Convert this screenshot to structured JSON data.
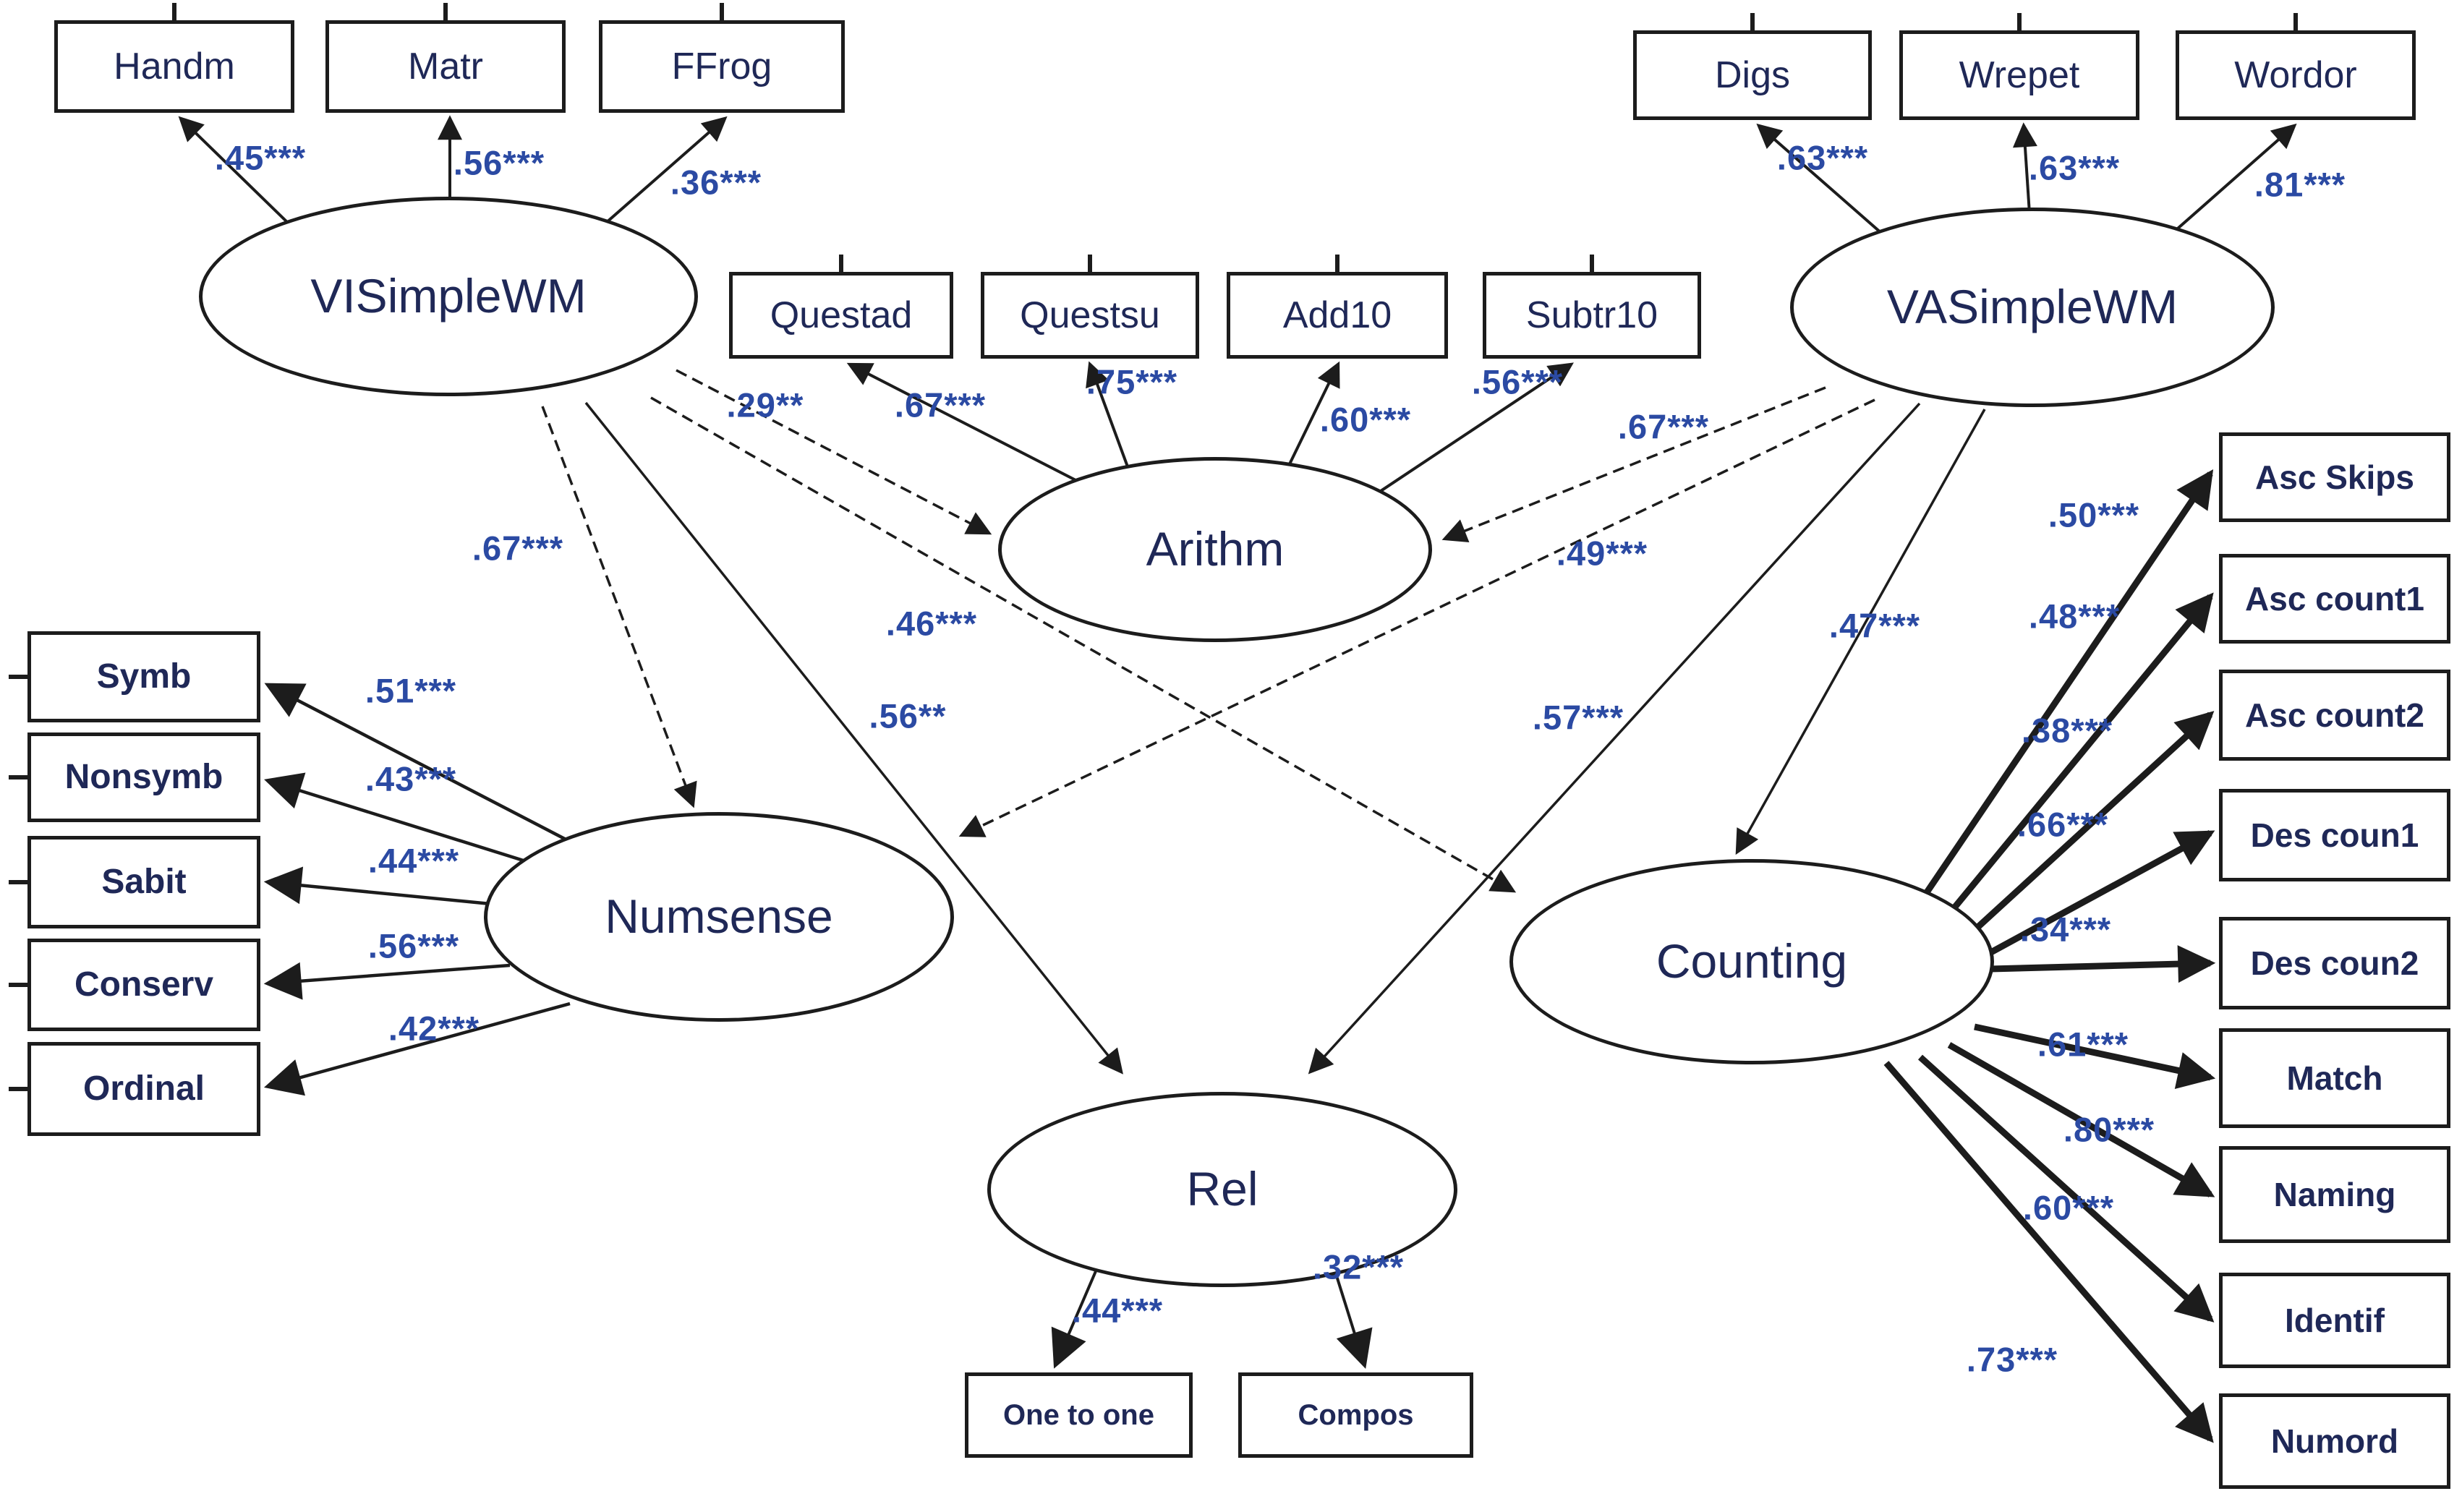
{
  "latents": {
    "visimplewm": "VISimpleWM",
    "vasimplewm": "VASimpleWM",
    "arithm": "Arithm",
    "numsense": "Numsense",
    "counting": "Counting",
    "rel": "Rel"
  },
  "observed": {
    "handm": "Handm",
    "matr": "Matr",
    "ffrog": "FFrog",
    "digs": "Digs",
    "wrepet": "Wrepet",
    "wordor": "Wordor",
    "questad": "Questad",
    "questsu": "Questsu",
    "add10": "Add10",
    "subtr10": "Subtr10",
    "symb": "Symb",
    "nonsymb": "Nonsymb",
    "sabit": "Sabit",
    "conserv": "Conserv",
    "ordinal": "Ordinal",
    "asc_skips": "Asc Skips",
    "asc_count1": "Asc count1",
    "asc_count2": "Asc count2",
    "des_coun1": "Des coun1",
    "des_coun2": "Des coun2",
    "match": "Match",
    "naming": "Naming",
    "identif": "Identif",
    "numord": "Numord",
    "one_to_one": "One to one",
    "compos": "Compos"
  },
  "loadings": {
    "visimplewm": {
      "handm": ".45***",
      "matr": ".56***",
      "ffrog": ".36***"
    },
    "vasimplewm": {
      "digs": ".63***",
      "wrepet": ".63***",
      "wordor": ".81***"
    },
    "arithm": {
      "questad": ".67***",
      "questsu": ".75***",
      "add10": ".60***",
      "subtr10": ".56***"
    },
    "numsense": {
      "symb": ".51***",
      "nonsymb": ".43***",
      "sabit": ".44***",
      "conserv": ".56***",
      "ordinal": ".42***"
    },
    "counting": {
      "asc_skips": ".50***",
      "asc_count1": ".48***",
      "asc_count2": ".38***",
      "des_coun1": ".66***",
      "des_coun2": ".34***",
      "match": ".61***",
      "naming": ".80***",
      "identif": ".60***",
      "numord": ".73***"
    },
    "rel": {
      "one_to_one": ".44***",
      "compos": ".32***"
    }
  },
  "structural": {
    "visimplewm_to_arithm": ".29**",
    "visimplewm_to_numsense": ".67***",
    "visimplewm_to_counting": ".46***",
    "visimplewm_to_rel": ".56**",
    "vasimplewm_to_arithm": ".67***",
    "vasimplewm_to_numsense": ".49***",
    "vasimplewm_to_counting": ".47***",
    "vasimplewm_to_rel": ".57***"
  },
  "colors": {
    "line": "#1c1c1c",
    "node_text": "#1f2857",
    "coefficient_text": "#2b4aa3",
    "background": "#ffffff"
  }
}
